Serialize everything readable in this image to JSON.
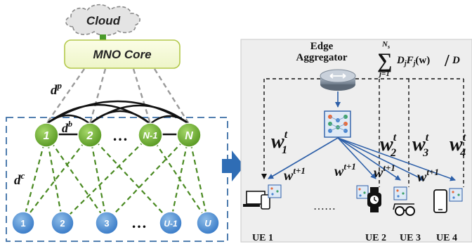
{
  "left_panel": {
    "cloud_label": "Cloud",
    "mno_core_label": "MNO Core",
    "labels": {
      "d_p": {
        "base": "d",
        "sup": "p"
      },
      "d_b": {
        "base": "d",
        "sup": "b"
      },
      "d_c": {
        "base": "d",
        "sup": "c"
      }
    },
    "servers": [
      "1",
      "2",
      "…",
      "N-1",
      "N"
    ],
    "users": [
      "1",
      "2",
      "3",
      "…",
      "U-1",
      "U"
    ]
  },
  "right_panel": {
    "aggregator_label_line1": "Edge",
    "aggregator_label_line2": "Aggregator",
    "formula": {
      "sum_upper": "N",
      "sum_upper_sub": "s",
      "sum_symbol": "∑",
      "sum_lower": "j=1",
      "body_D": "D",
      "body_j1": "j",
      "body_F": "F",
      "body_j2": "j",
      "body_w": "(w)",
      "divider": "/",
      "denominator": "D"
    },
    "weights": [
      {
        "base": "w",
        "sub": "1",
        "sup": "t"
      },
      {
        "base": "w",
        "sub": "2",
        "sup": "t"
      },
      {
        "base": "w",
        "sub": "3",
        "sup": "t"
      },
      {
        "base": "w",
        "sub": "4",
        "sup": "t"
      }
    ],
    "broadcast_label": {
      "base": "w",
      "sup": "t+1"
    },
    "ue_labels": [
      "UE 1",
      "UE 2",
      "UE 3",
      "UE 4"
    ],
    "ellipsis": "……"
  }
}
